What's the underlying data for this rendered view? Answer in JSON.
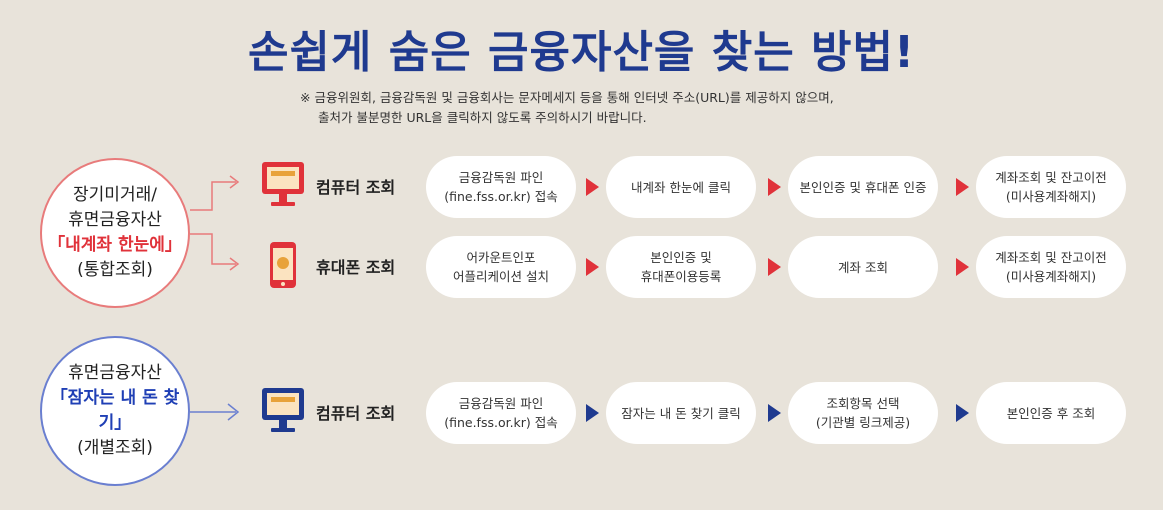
{
  "title": "손쉽게 숨은 금융자산을 찾는 방법!",
  "notice": {
    "line1": "※ 금융위원회, 금융감독원 및 금융회사는 문자메세지 등을 통해 인터넷 주소(URL)를 제공하지 않으며,",
    "line2": "출처가 불분명한 URL을 클릭하지 않도록 주의하시기 바랍니다."
  },
  "circle_integrated": {
    "line1": "장기미거래/",
    "line2": "휴면금융자산",
    "highlight": "「내계좌 한눈에」",
    "line4": "(통합조회)"
  },
  "circle_individual": {
    "line1": "휴면금융자산",
    "highlight": "「잠자는 내 돈 찾기」",
    "line3": "(개별조회)"
  },
  "rows": [
    {
      "method": "컴퓨터 조회",
      "icon": "monitor-icon",
      "steps": [
        "금융감독원 파인\n(fine.fss.or.kr) 접속",
        "내계좌 한눈에 클릭",
        "본인인증 및 휴대폰 인증",
        "계좌조회 및 잔고이전\n(미사용계좌해지)"
      ]
    },
    {
      "method": "휴대폰 조회",
      "icon": "smartphone-icon",
      "steps": [
        "어카운트인포\n어플리케이션 설치",
        "본인인증 및\n휴대폰이용등록",
        "계좌 조회",
        "계좌조회 및 잔고이전\n(미사용계좌해지)"
      ]
    },
    {
      "method": "컴퓨터 조회",
      "icon": "monitor-icon",
      "steps": [
        "금융감독원 파인\n(fine.fss.or.kr) 접속",
        "잠자는 내 돈 찾기 클릭",
        "조회항목 선택\n(기관별 링크제공)",
        "본인인증 후 조회"
      ]
    }
  ],
  "colors": {
    "title": "#1f3a8f",
    "red_accent": "#e0323a",
    "blue_accent": "#1f3a8f",
    "background": "#e8e3da"
  }
}
